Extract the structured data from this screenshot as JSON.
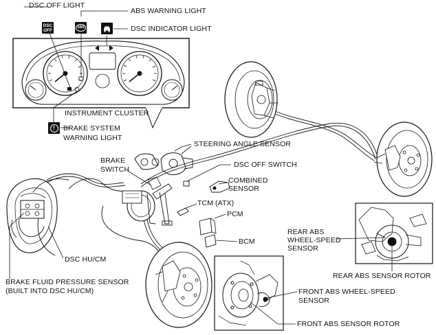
{
  "labels": {
    "dsc_off_light": "DSC OFF LIGHT",
    "abs_warning_light": "ABS WARNING LIGHT",
    "dsc_indicator_light": "DSC INDICATOR LIGHT",
    "instrument_cluster": "INSTRUMENT CLUSTER",
    "brake_system_warning_light_1": "BRAKE SYSTEM",
    "brake_system_warning_light_2": "WARNING LIGHT",
    "steering_angle_sensor": "STEERING ANGLE SENSOR",
    "brake_switch_1": "BRAKE",
    "brake_switch_2": "SWITCH",
    "dsc_off_switch": "DSC OFF SWITCH",
    "combined_sensor_1": "COMBINED",
    "combined_sensor_2": "SENSOR",
    "tcm": "TCM (ATX)",
    "pcm": "PCM",
    "bcm": "BCM",
    "rear_abs_wheel_speed_sensor_1": "REAR ABS",
    "rear_abs_wheel_speed_sensor_2": "WHEEL-SPEED",
    "rear_abs_wheel_speed_sensor_3": "SENSOR",
    "rear_abs_sensor_rotor": "REAR ABS SENSOR ROTOR",
    "dsc_hu_cm": "DSC HU/CM",
    "brake_fluid_pressure_sensor_1": "BRAKE FLUID PRESSURE SENSOR",
    "brake_fluid_pressure_sensor_2": "(BUILT INTO DSC HU/CM)",
    "front_abs_wheel_speed_sensor_1": "FRONT ABS WHEEL-SPEED",
    "front_abs_wheel_speed_sensor_2": "SENSOR",
    "front_abs_sensor_rotor": "FRONT ABS SENSOR ROTOR"
  },
  "icons": {
    "dsc_off_line1": "DSC",
    "dsc_off_line2": "OFF",
    "abs": "ABS",
    "brake": "!"
  },
  "colors": {
    "ink": "#111111",
    "paper": "#ffffff"
  }
}
